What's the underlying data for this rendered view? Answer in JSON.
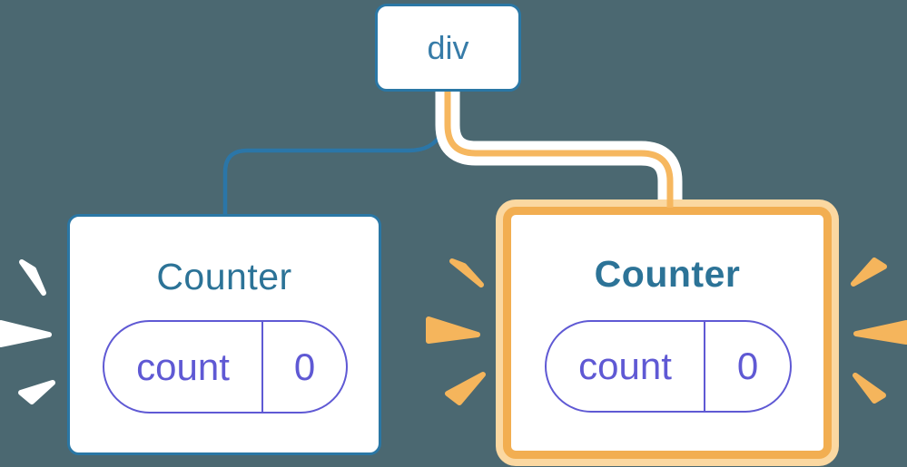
{
  "colors": {
    "background": "#4b6871",
    "card_bg": "#ffffff",
    "node_border_blue": "#2a77a5",
    "node_text_blue": "#377ca8",
    "title_blue": "#2c7397",
    "connector_blue": "#2b76a8",
    "connector_orange": "#f6b75f",
    "highlight_ring_outer": "#fbd8a1",
    "highlight_ring_inner": "#f2ae51",
    "state_purple": "#5f59d4",
    "spark_orange": "#f5b55c",
    "spark_white": "#ffffff"
  },
  "tree": {
    "root": {
      "label": "div"
    },
    "children": [
      {
        "title": "Counter",
        "highlighted": false,
        "state": {
          "key": "count",
          "value": "0"
        }
      },
      {
        "title": "Counter",
        "highlighted": true,
        "state": {
          "key": "count",
          "value": "0"
        }
      }
    ]
  }
}
